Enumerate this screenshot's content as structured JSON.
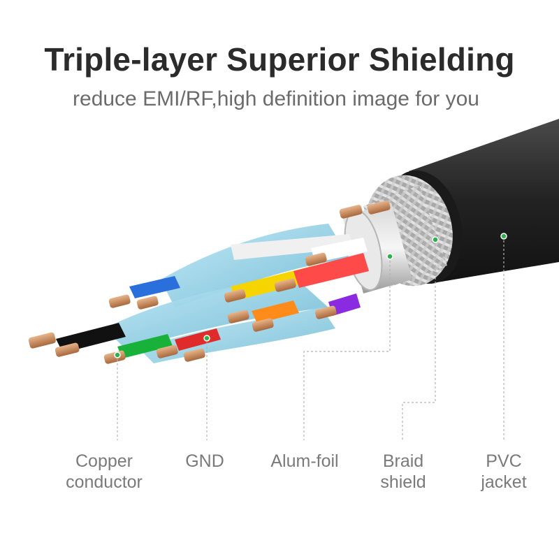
{
  "title": "Triple-layer Superior Shielding",
  "subtitle": "reduce EMI/RF,high definition image for you",
  "labels": {
    "copper": {
      "line1": "Copper",
      "line2": "conductor"
    },
    "gnd": {
      "line1": "GND"
    },
    "foil": {
      "line1": "Alum-foil"
    },
    "braid": {
      "line1": "Braid",
      "line2": "shield"
    },
    "pvc": {
      "line1": "PVC",
      "line2": "jacket"
    }
  },
  "colors": {
    "jacket": "#2e2e2e",
    "foil_tape": "#8fd0e6",
    "copper": "#c98a5a",
    "marker_dot": "#2bb24c"
  },
  "wire_colors": [
    "#000000",
    "#2a6fdc",
    "#18b23a",
    "#e02b2b",
    "#f5d400",
    "#ff8c1a",
    "#8a2be2",
    "#ff4a4a"
  ]
}
